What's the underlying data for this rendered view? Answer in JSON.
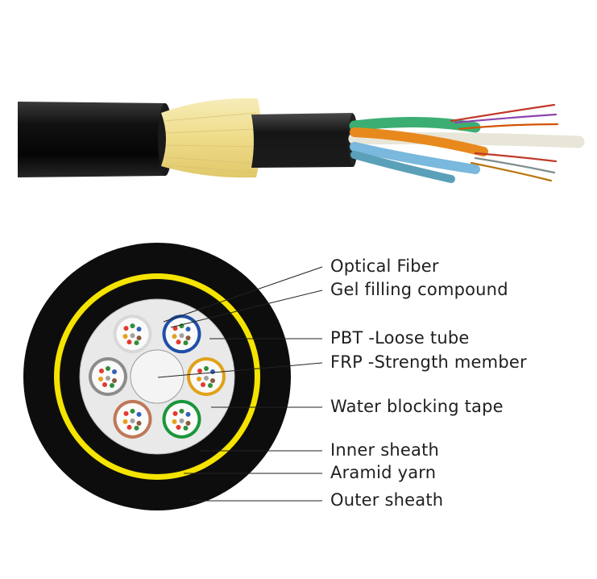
{
  "labels": {
    "optical_fiber": "Optical Fiber",
    "gel_filling": "Gel filling compound",
    "pbt_tube": "PBT -Loose tube",
    "frp_member": "FRP -Strength member",
    "water_tape": "Water blocking tape",
    "inner_sheath": "Inner sheath",
    "aramid_yarn": "Aramid yarn",
    "outer_sheath": "Outer sheath"
  },
  "colors": {
    "outer_sheath": "#0d0d0d",
    "aramid_ring": "#f5e400",
    "inner_sheath": "#0d0d0d",
    "water_tape": "#e9e9e9",
    "frp": "#f4f4f4",
    "aramid_fibers": "#f3e6a0",
    "tube_colors": [
      "#1f4fa8",
      "#e0a21a",
      "#19963a",
      "#c07858",
      "#8c8c8c",
      "#d8d8d8"
    ],
    "fiber_colors": [
      "#e23b2e",
      "#2f8f3a",
      "#3262b8",
      "#e3a11e",
      "#a0a0a0",
      "#8a5a3c"
    ]
  }
}
